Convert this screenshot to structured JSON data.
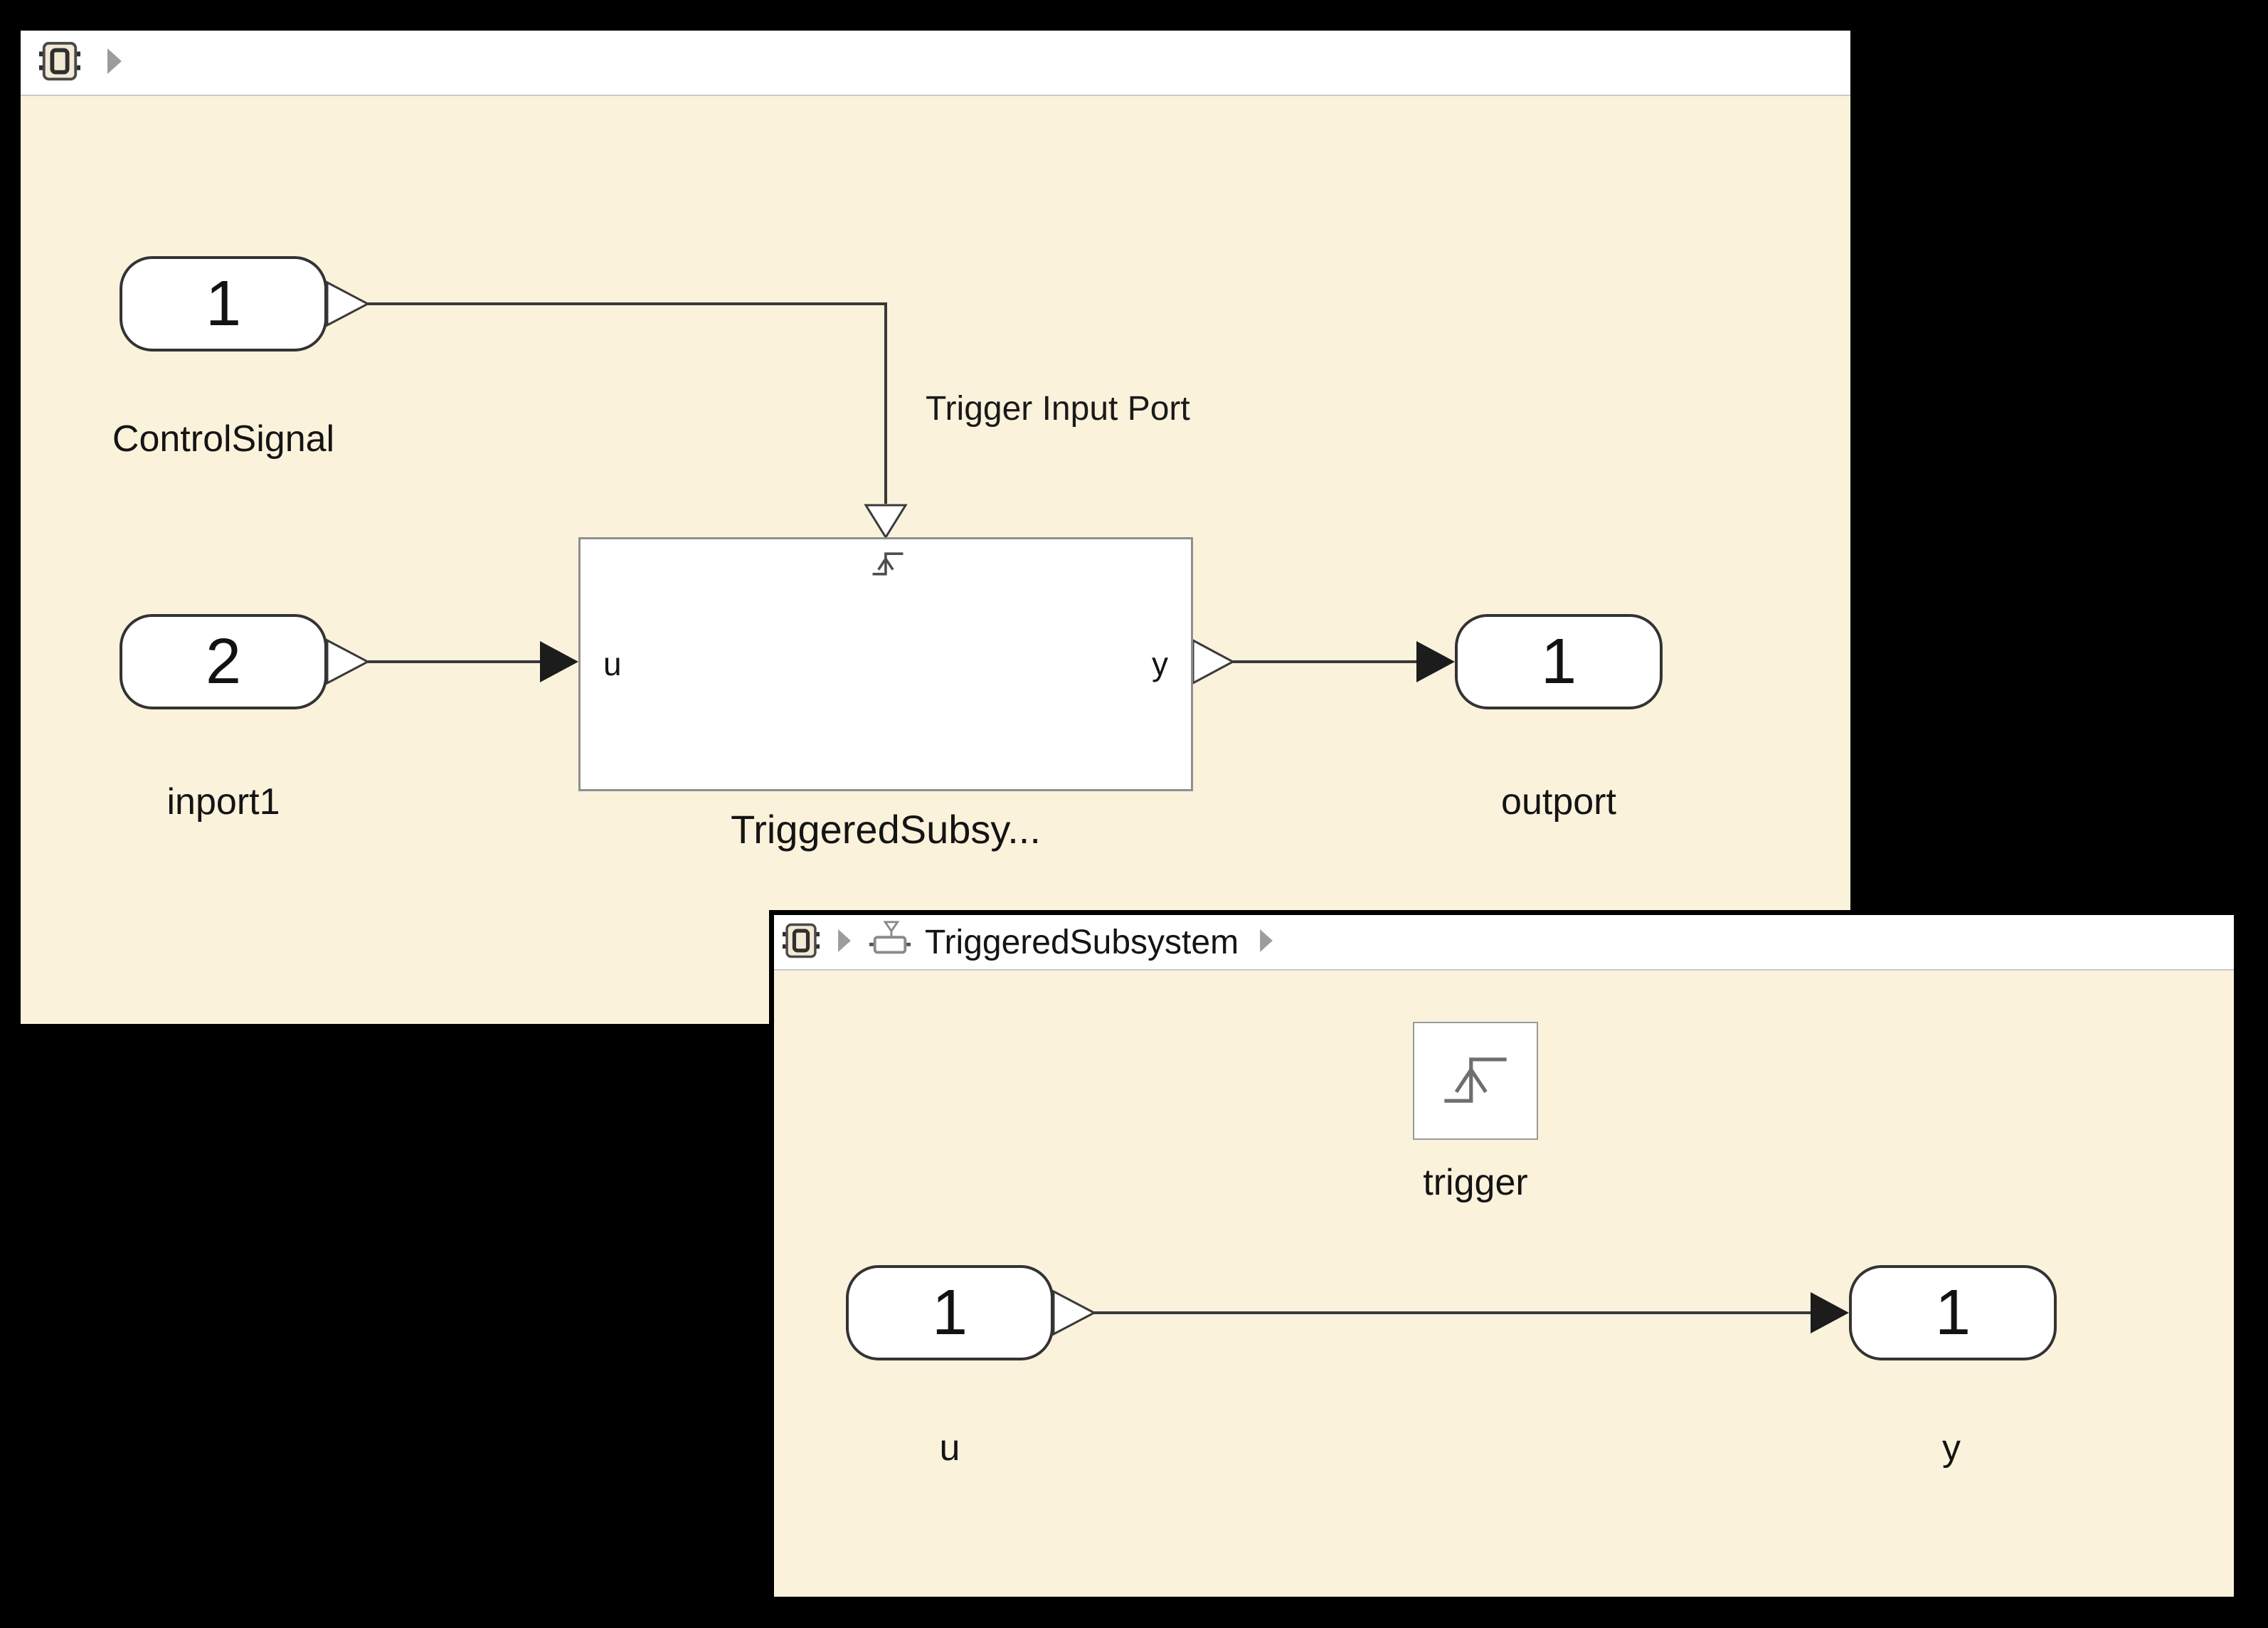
{
  "window1": {
    "breadcrumb": {
      "root_icon": "model-root-icon",
      "separator_icon": "chevron-right-icon"
    },
    "blocks": {
      "control_signal_inport": {
        "port_number": "1",
        "label": "ControlSignal"
      },
      "inport1": {
        "port_number": "2",
        "label": "inport1"
      },
      "triggered_subsystem": {
        "label": "TriggeredSubsy...",
        "input_port_label": "u",
        "output_port_label": "y"
      },
      "outport": {
        "port_number": "1",
        "label": "outport"
      }
    },
    "annotations": {
      "trigger_wire": "Trigger Input Port"
    }
  },
  "window2": {
    "breadcrumb": {
      "title": "TriggeredSubsystem"
    },
    "blocks": {
      "trigger_port": {
        "label": "trigger"
      },
      "u_inport": {
        "port_number": "1",
        "label": "u"
      },
      "y_outport": {
        "port_number": "1",
        "label": "y"
      }
    }
  },
  "colors": {
    "canvas_background": "#FBF2DC",
    "block_border": "#333333",
    "subsystem_border": "#8F8F8F",
    "wire": "#383838",
    "breadcrumb_background": "#FFFFFF"
  }
}
